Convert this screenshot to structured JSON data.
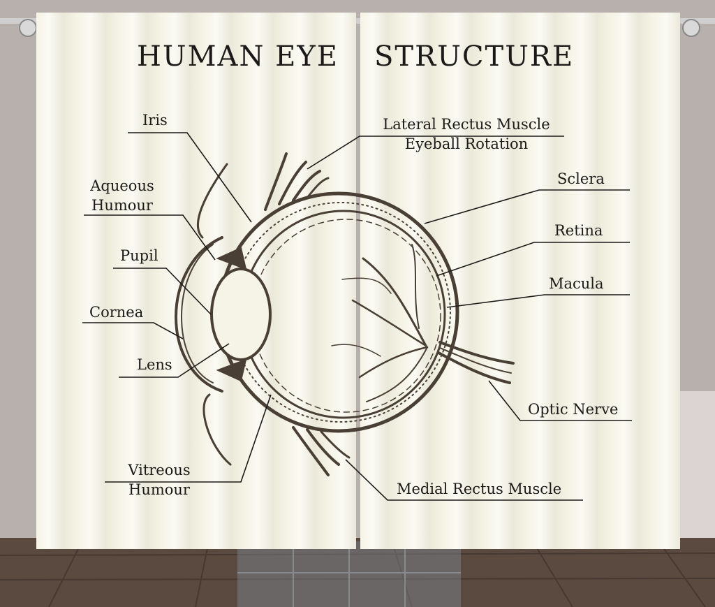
{
  "title": {
    "left": "HUMAN EYE",
    "right": "STRUCTURE"
  },
  "labels": {
    "iris": "Iris",
    "aqueous_1": "Aqueous",
    "aqueous_2": "Humour",
    "pupil": "Pupil",
    "cornea": "Cornea",
    "lens": "Lens",
    "vitreous_1": "Vitreous",
    "vitreous_2": "Humour",
    "lateral_1": "Lateral Rectus Muscle",
    "lateral_2": "Eyeball Rotation",
    "sclera": "Sclera",
    "retina": "Retina",
    "macula": "Macula",
    "optic_nerve": "Optic Nerve",
    "medial": "Medial Rectus Muscle"
  },
  "colors": {
    "ink": "#1c1a18",
    "eye": "#4a3f35",
    "fabric": "#f6f4e6",
    "wall": "#b8b0ad",
    "floor": "#5b4a40"
  }
}
